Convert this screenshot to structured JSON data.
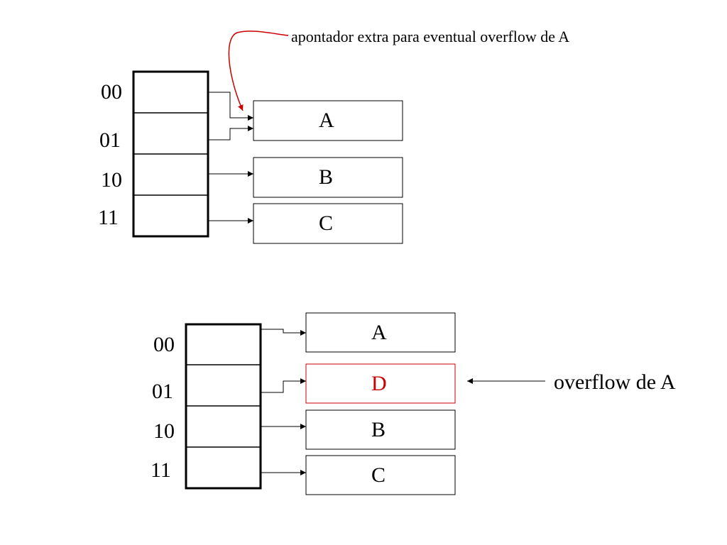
{
  "colors": {
    "ink": "#000000",
    "highlight": "#cc0000"
  },
  "top": {
    "index_labels": [
      "00",
      "01",
      "10",
      "11"
    ],
    "buckets": [
      "A",
      "B",
      "C"
    ],
    "annotation": "apontador extra para eventual overflow de A"
  },
  "bottom": {
    "index_labels": [
      "00",
      "01",
      "10",
      "11"
    ],
    "buckets": [
      "A",
      "D",
      "B",
      "C"
    ],
    "highlighted_bucket": "D",
    "side_note": "overflow de A"
  }
}
